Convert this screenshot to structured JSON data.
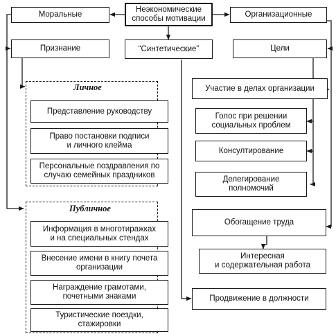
{
  "diagram": {
    "top": {
      "root": "Неэкономические\nспособы мотивации",
      "moral": "Моральные",
      "organizational": "Организационные"
    },
    "second_row": {
      "recognition": "Признание",
      "synthetic": "“Синтетические”",
      "goals": "Цели"
    },
    "personal_group": {
      "title": "Личное",
      "items": [
        "Представление руководству",
        "Право постановки подписи\nи личного клейма",
        "Персональные поздравления по\nслучаю семейных праздников"
      ]
    },
    "public_group": {
      "title": "Публичное",
      "items": [
        "Информация в многотиражках\nи на специальных стендах",
        "Внесение имени в книгу почета\nорганизации",
        "Награждение грамотами,\nпочетными знаками",
        "Туристические поездки,\nстажировки"
      ]
    },
    "right_column": {
      "participation": "Участие в делах организации",
      "voice": "Голос при решении\nсоциальных проблем",
      "consulting": "Консултирование",
      "delegation": "Делегирование\nполномочий",
      "enrichment": "Обогащение труда",
      "interesting_work": "Интересная\nи содержательная работа",
      "promotion": "Продвижение в должности"
    }
  }
}
